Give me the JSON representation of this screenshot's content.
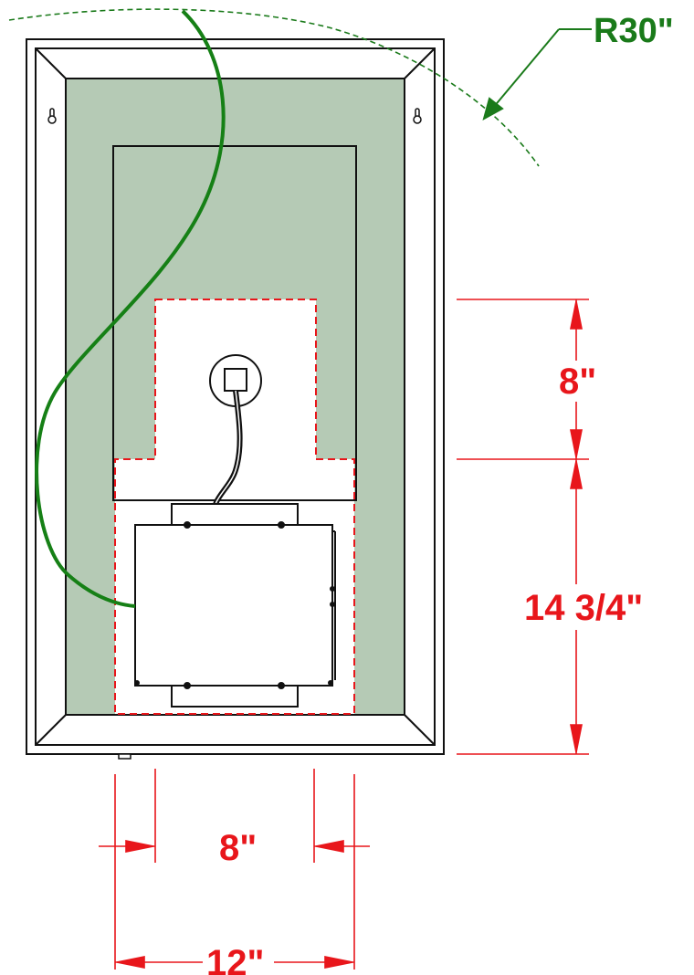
{
  "dimensions": {
    "radius_label": "R30\"",
    "upper_vertical_label": "8\"",
    "lower_vertical_label": "14 3/4\"",
    "inner_horizontal_label": "8\"",
    "outer_horizontal_label": "12\""
  },
  "colors": {
    "dimension_red": "#e8161b",
    "radius_green": "#1a7a1a",
    "cable_green": "#168016",
    "panel_fill": "#b5cab5",
    "outline": "#111111"
  },
  "icons": {
    "hang_hook": "keyhole-hanger-icon",
    "outlet": "electrical-outlet-icon"
  }
}
